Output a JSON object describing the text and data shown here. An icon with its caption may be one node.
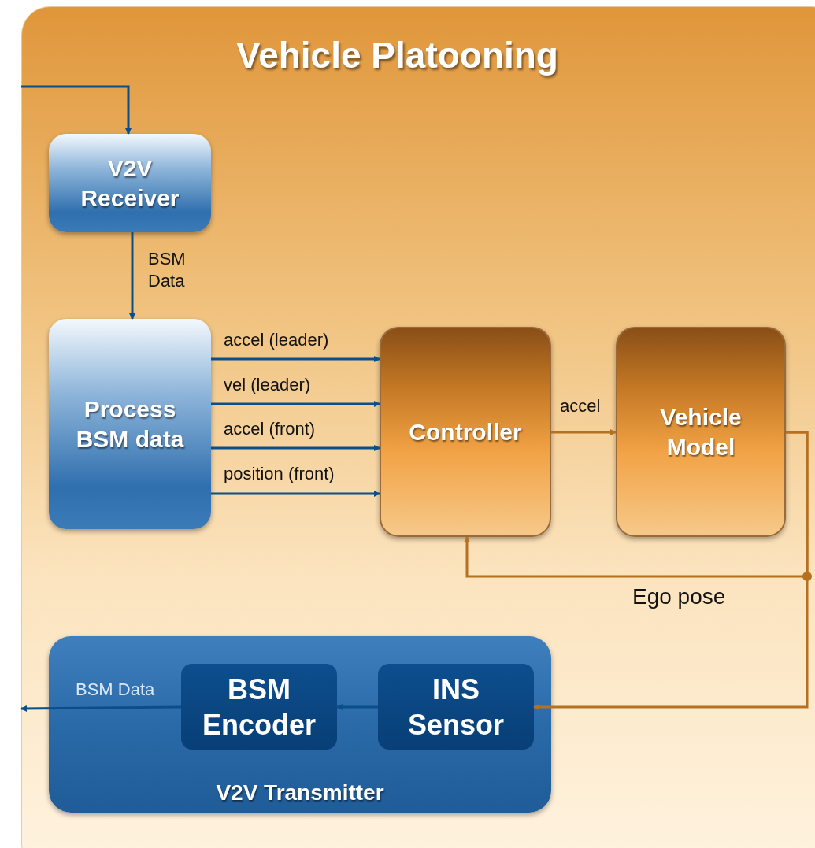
{
  "diagram": {
    "title": "Vehicle Platooning",
    "nodes": [
      {
        "text": [
          "V2V Receiver"
        ]
      },
      {
        "text": [
          "Process BSM data"
        ]
      },
      {
        "text": [
          "Controller"
        ]
      },
      {
        "text": [
          "Vehicle Model"
        ]
      },
      {
        "text": [
          "V2V Transmitter"
        ]
      },
      {
        "text": [
          "BSM Encoder"
        ],
        "in": 4
      },
      {
        "text": [
          "INS Sensor"
        ],
        "in": 4
      }
    ],
    "edges": [
      {
        "from": null,
        "to": 0,
        "arrow": "to"
      },
      {
        "from": 0,
        "to": 1,
        "arrow": "to",
        "label": "BSM Data"
      },
      {
        "from": 1,
        "to": 2,
        "arrow": "to",
        "label": "accel (leader)"
      },
      {
        "from": 1,
        "to": 2,
        "arrow": "to",
        "label": "vel (leader)"
      },
      {
        "from": 1,
        "to": 2,
        "arrow": "to",
        "label": "accel (front)"
      },
      {
        "from": 1,
        "to": 2,
        "arrow": "to",
        "label": "position (front)"
      },
      {
        "from": 2,
        "to": 3,
        "arrow": "to",
        "label": "accel",
        "color": "#b5711f"
      },
      {
        "from": 3,
        "to": 2,
        "arrow": "to",
        "label": "Ego pose",
        "color": "#b5711f"
      },
      {
        "from": 3,
        "to": 6,
        "arrow": "to",
        "color": "#b5711f"
      },
      {
        "from": 6,
        "to": 5,
        "arrow": "to"
      },
      {
        "from": 5,
        "to": null,
        "arrow": "to",
        "label": "BSM Data"
      }
    ]
  }
}
